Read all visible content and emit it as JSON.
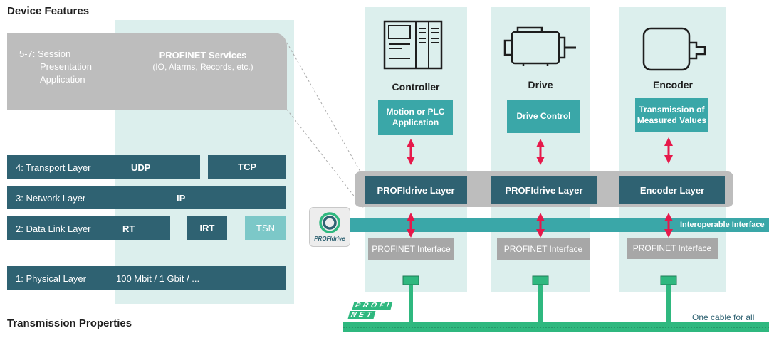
{
  "titles": {
    "device_features": "Device Features",
    "transmission_properties": "Transmission Properties"
  },
  "session_block": {
    "layer_label_line1": "5-7: Session",
    "layer_label_line2": "Presentation",
    "layer_label_line3": "Application",
    "services_title": "PROFINET Services",
    "services_subtitle": "(IO, Alarms, Records, etc.)"
  },
  "layers": {
    "transport": {
      "label": "4:  Transport Layer",
      "udp": "UDP",
      "tcp": "TCP"
    },
    "network": {
      "label": "3:  Network Layer",
      "ip": "IP"
    },
    "datalink": {
      "label": "2:  Data Link Layer",
      "rt": "RT",
      "irt": "IRT",
      "tsn": "TSN"
    },
    "physical": {
      "label": "1:  Physical Layer",
      "speed": "100 Mbit / 1 Gbit / ..."
    }
  },
  "devices": [
    {
      "title": "Controller",
      "function_line1": "Motion or PLC",
      "function_line2": "Application",
      "layer": "PROFIdrive Layer",
      "interface": "PROFINET Interface"
    },
    {
      "title": "Drive",
      "function_line1": "Drive Control",
      "function_line2": "",
      "layer": "PROFIdrive Layer",
      "interface": "PROFINET Interface"
    },
    {
      "title": "Encoder",
      "function_line1": "Transmission of",
      "function_line2": "Measured Values",
      "layer": "Encoder Layer",
      "interface": "PROFINET Interface"
    }
  ],
  "interoperable_interface": "Interoperable Interface",
  "profidrive_logo_text": "PROFIdrive",
  "profinet_logo_line1": "PROFI",
  "profinet_logo_line2": "NET",
  "one_cable": "One cable for all",
  "colors": {
    "dark_teal": "#2f6272",
    "teal": "#3aa7a8",
    "light_teal_bg": "#dcefed",
    "grey": "#a7a7a7",
    "arrow": "#e6194b",
    "green_bus": "#2fb87f"
  }
}
